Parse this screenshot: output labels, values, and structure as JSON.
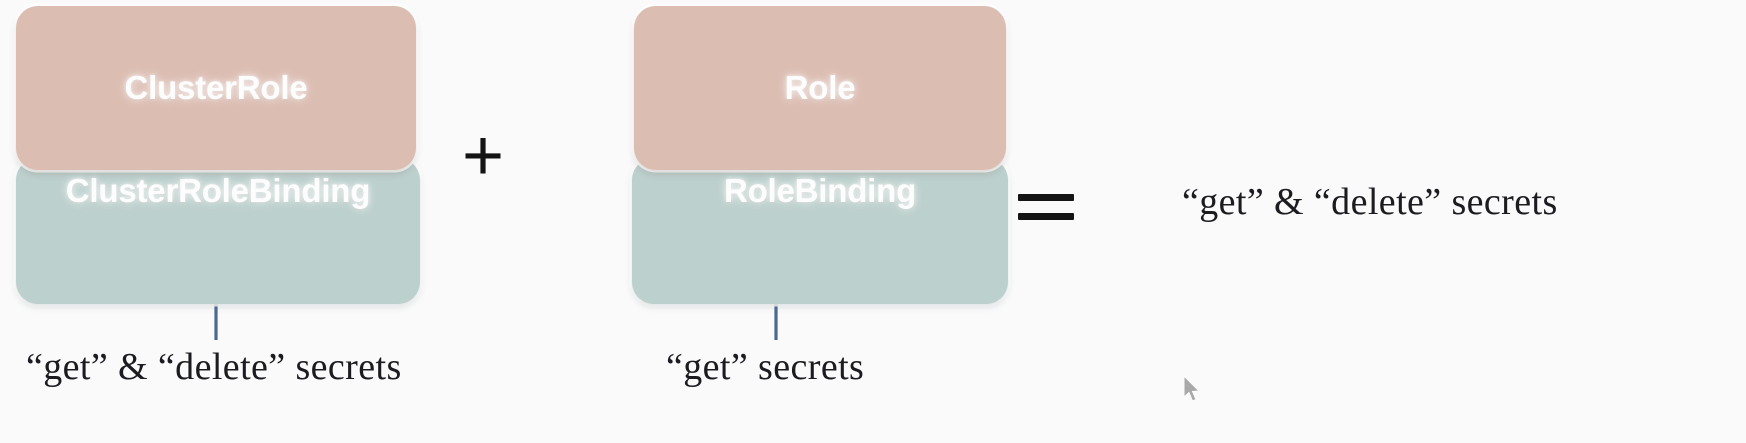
{
  "diagram": {
    "background_color": "#fafafb",
    "card_top_color": "#dcbdb2",
    "card_bottom_color": "#bcd0cd",
    "arrow_color": "#4a6a92",
    "text_color": "#1c1c20",
    "groups": [
      {
        "top_label": "ClusterRole",
        "bottom_label": "ClusterRoleBinding",
        "caption": "“get” & “delete” secrets"
      },
      {
        "top_label": "Role",
        "bottom_label": "RoleBinding",
        "caption": "“get” secrets"
      }
    ],
    "operators": {
      "plus": "+",
      "equals": "="
    },
    "result": "“get” & “delete” secrets"
  }
}
